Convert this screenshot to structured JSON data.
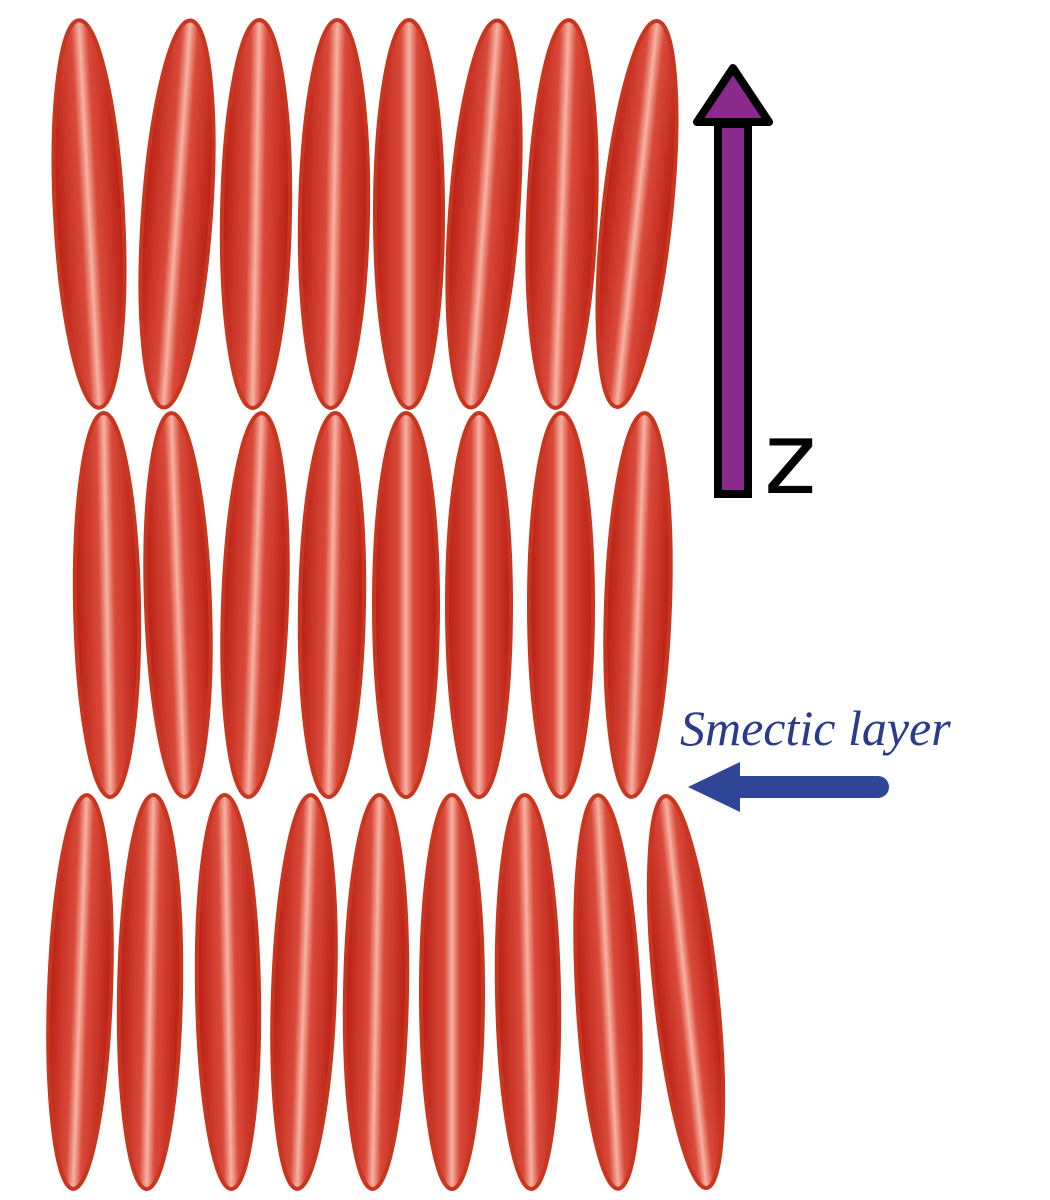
{
  "diagram": {
    "axis_label": "z",
    "layer_label": "Smectic layer",
    "layers": [
      {
        "name": "top-layer",
        "molecule_count": 8
      },
      {
        "name": "middle-layer",
        "molecule_count": 8
      },
      {
        "name": "bottom-layer",
        "molecule_count": 9
      }
    ]
  },
  "colors": {
    "molecule_fill": "#c0241a",
    "molecule_highlight": "#f0a090",
    "molecule_outline": "#c8361f",
    "axis_arrow_fill": "#8a2a8c",
    "axis_arrow_outline": "#000000",
    "layer_arrow": "#2f4595",
    "layer_text": "#2b3a8c"
  }
}
